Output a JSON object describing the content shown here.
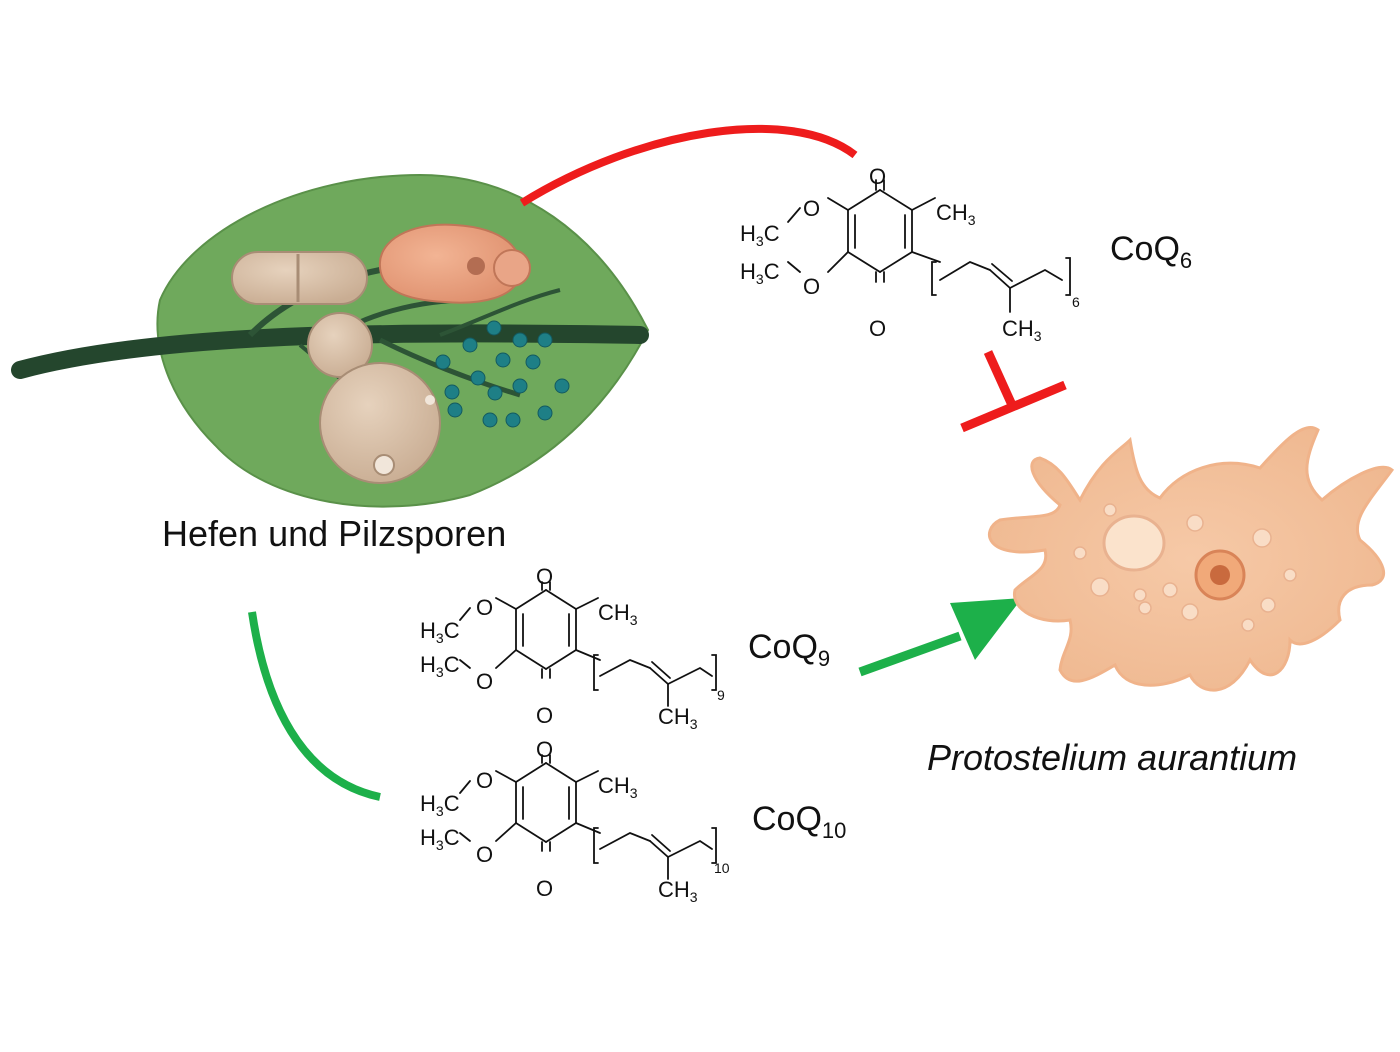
{
  "captions": {
    "source": "Hefen und Pilzsporen",
    "organism": "Protostelium aurantium"
  },
  "molecules": {
    "coq6": {
      "name_prefix": "CoQ",
      "name_sub": "6",
      "repeat": "6"
    },
    "coq9": {
      "name_prefix": "CoQ",
      "name_sub": "9",
      "repeat": "9"
    },
    "coq10": {
      "name_prefix": "CoQ",
      "name_sub": "10",
      "repeat": "10"
    }
  },
  "chem_labels": {
    "oxygen": "O",
    "methoxy_h3c": "H",
    "methoxy_3": "3",
    "methoxy_c": "C",
    "methyl_ch": "CH",
    "methyl_3": "3"
  },
  "colors": {
    "inhibit": "#ee1c1c",
    "promote": "#1db04a",
    "leaf": "#6fa95c",
    "amoeba": "#f3c3a0"
  },
  "icons": {
    "leaf": "leaf-with-yeasts-and-spores-illustration",
    "amoeba": "amoeba-cell-illustration"
  }
}
